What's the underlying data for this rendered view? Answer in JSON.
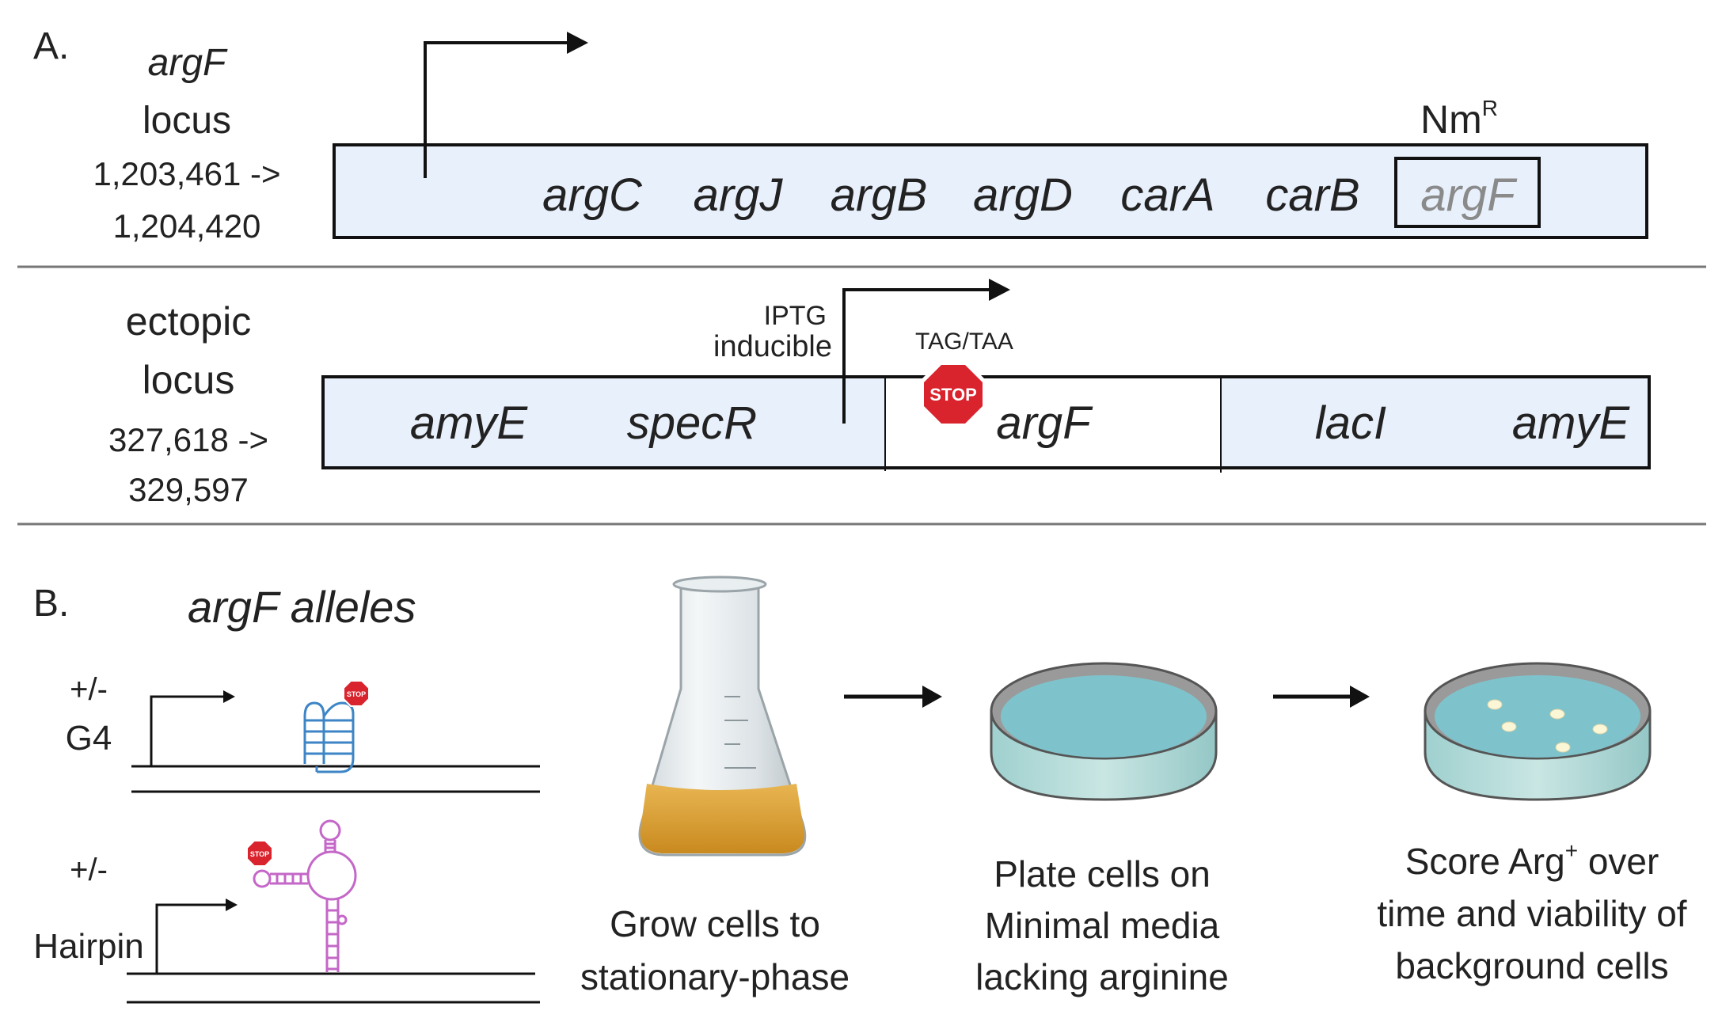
{
  "panel_a": {
    "label": "A.",
    "argf_locus": {
      "name_italic": "argF",
      "name_word": "locus",
      "coord_start": "1,203,461 ->",
      "coord_end": "1,204,420",
      "genes": [
        "argC",
        "argJ",
        "argB",
        "argD",
        "carA",
        "carB"
      ],
      "boxed_gene": "argF",
      "marker": "Nm",
      "marker_sup": "R"
    },
    "ectopic_locus": {
      "name_line1": "ectopic",
      "name_line2": "locus",
      "coord_start": "327,618 ->",
      "coord_end": "329,597",
      "promoter_line1": "IPTG",
      "promoter_line2": "inducible",
      "stop_codon_label": "TAG/TAA",
      "stop_sign": "STOP",
      "genes": [
        "amyE",
        "specR",
        "argF",
        "lacI",
        "amyE"
      ]
    }
  },
  "panel_b": {
    "label": "B.",
    "alleles_title": "argF alleles",
    "g4_prefix": "+/-",
    "g4_name": "G4",
    "hairpin_prefix": "+/-",
    "hairpin_name": "Hairpin",
    "stop_sign": "STOP",
    "step1_line1": "Grow cells to",
    "step1_line2": "stationary-phase",
    "step2_line1": "Plate cells on",
    "step2_line2": "Minimal media",
    "step2_line3": "lacking arginine",
    "step3_line1_pre": "Score Arg",
    "step3_line1_sup": "+",
    "step3_line1_post": " over",
    "step3_line2": "time and viability of",
    "step3_line3": "background cells"
  },
  "colors": {
    "gene_box_fill": "#e8f0fb",
    "stop_red": "#d9232d",
    "g4_blue": "#3d85c6",
    "hairpin_magenta": "#c467c8",
    "media_blue": "#7ec3cc",
    "flask_liquid": "#d9a23a",
    "boxed_gene_gray": "#8a8a8a"
  }
}
